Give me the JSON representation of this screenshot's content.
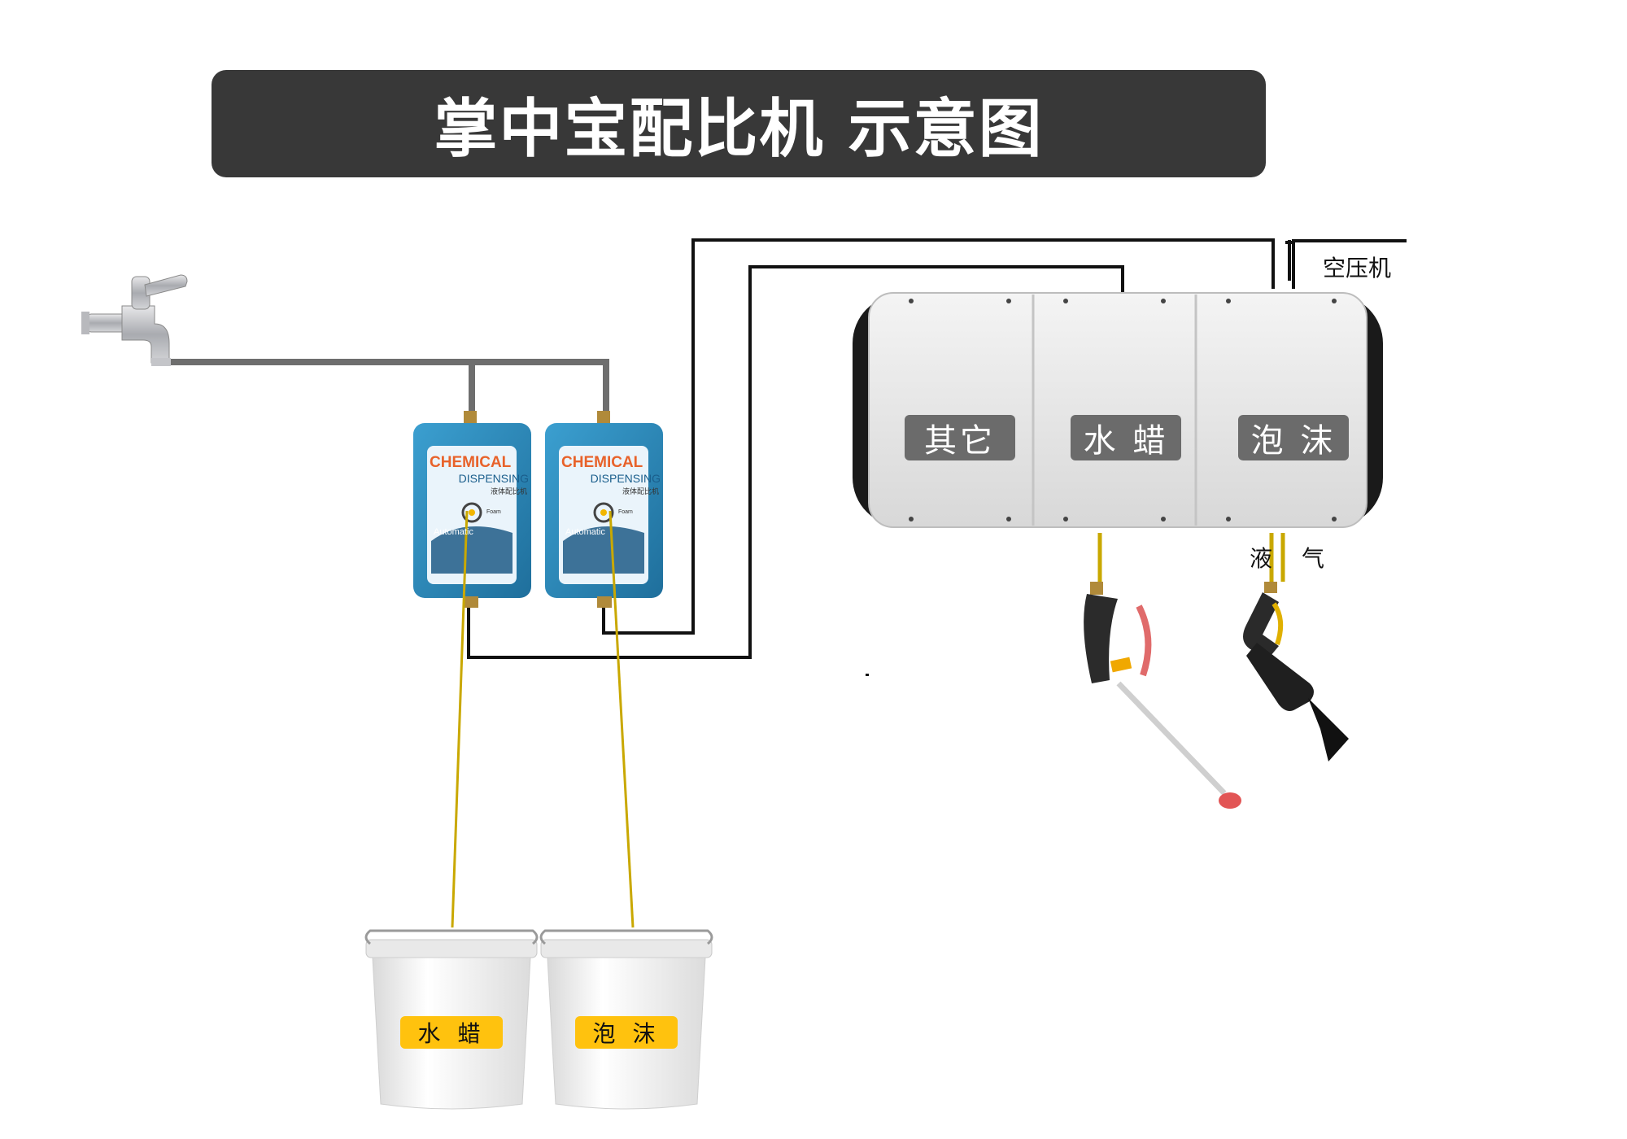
{
  "title": "掌中宝配比机 示意图",
  "labels": {
    "air_compressor": "空压机",
    "liquid": "液",
    "air": "气"
  },
  "cabinet": {
    "sections": [
      "其它",
      "水 蜡",
      "泡 沫"
    ]
  },
  "dispensers": [
    {
      "brand": "CHEMICAL",
      "subtitle": "DISPENSING",
      "cn": "液体配比机",
      "mode": "Automatic",
      "knob": "Foam"
    },
    {
      "brand": "CHEMICAL",
      "subtitle": "DISPENSING",
      "cn": "液体配比机",
      "mode": "Automatic",
      "knob": "Foam"
    }
  ],
  "buckets": [
    {
      "label": "水 蜡"
    },
    {
      "label": "泡 沫"
    }
  ],
  "colors": {
    "banner": "#383838",
    "water_pipe": "#6e6e6e",
    "hose": "#111111",
    "chem_line": "#c9a800",
    "dispenser": "#2f8ec1",
    "bucket_tag": "#ffc20e",
    "cabinet_tag": "#6b6b6b"
  },
  "icons": [
    "faucet-icon",
    "spray-lance-icon",
    "foam-gun-icon"
  ]
}
